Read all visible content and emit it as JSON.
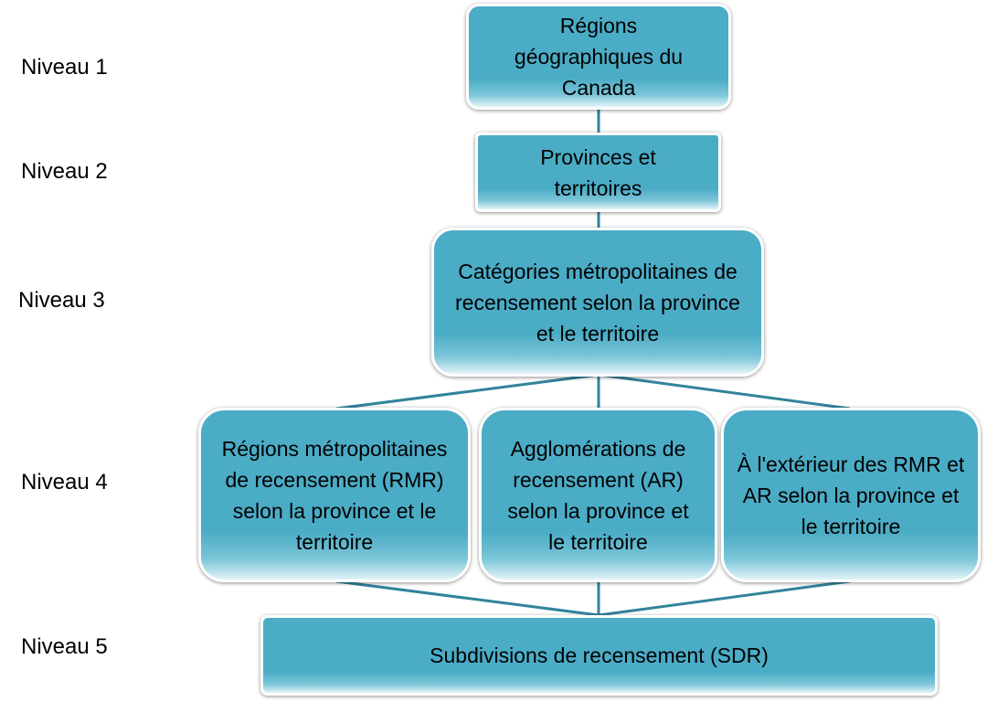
{
  "levels": [
    "Niveau 1",
    "Niveau 2",
    "Niveau 3",
    "Niveau 4",
    "Niveau 5"
  ],
  "nodes": {
    "geographic_regions": "Régions géographiques du Canada",
    "provinces_territories": "Provinces et territoires",
    "metro_categories": "Catégories métropolitaines de recensement selon la province et le territoire",
    "cma": "Régions métropolitaines de recensement (RMR) selon la province et le territoire",
    "ca": "Agglomérations de recensement (AR) selon la province et le territoire",
    "outside": "À l'extérieur des RMR et AR selon la province et le territoire",
    "csd": "Subdivisions de recensement (SDR)"
  },
  "colors": {
    "node_fill": "#4bacc6",
    "connector": "#31849b"
  }
}
